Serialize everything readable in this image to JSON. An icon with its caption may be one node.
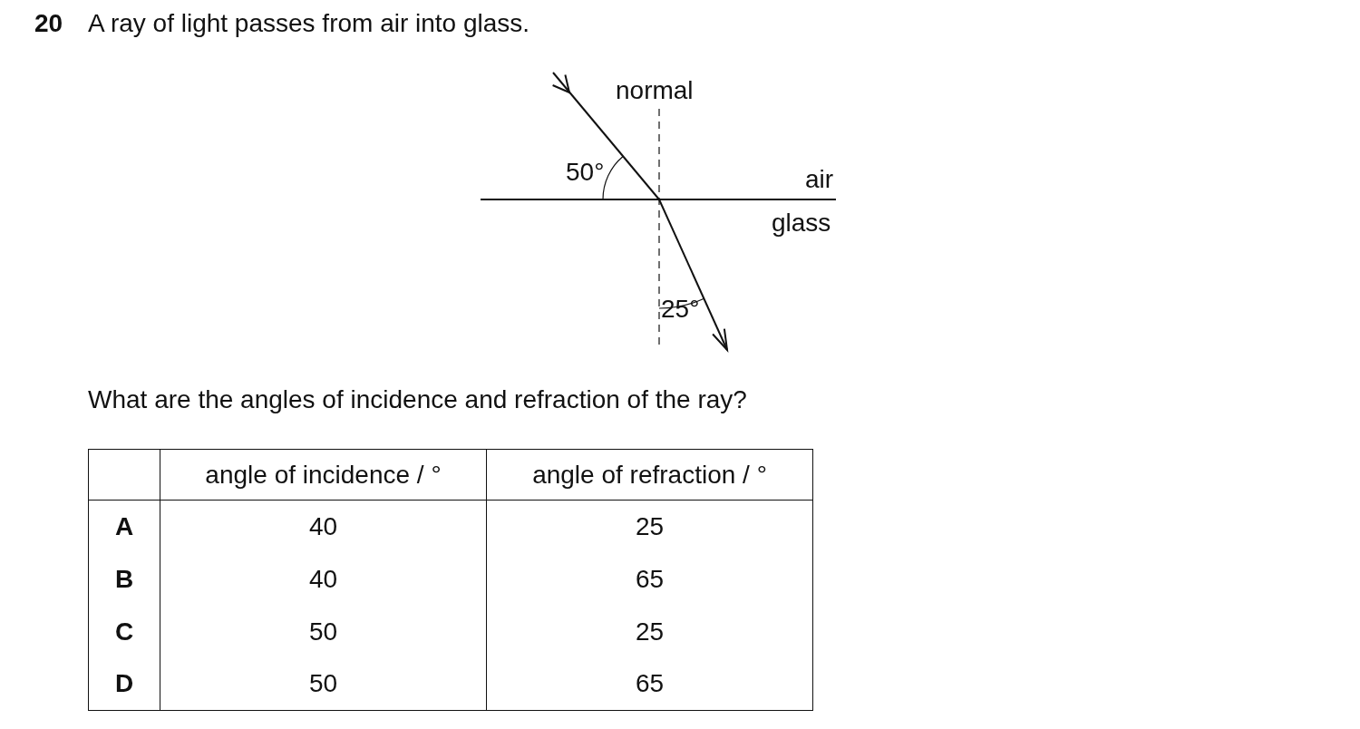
{
  "diagram": {
    "title": "A ray of light passes from air into glass.",
    "labels": [
      "20",
      "normal",
      "50°",
      "air",
      "glass",
      "25°",
      "What are the angles of incidence and refraction of the ray?",
      "angle of incidence / °",
      "angle of refraction / °",
      "A",
      "40",
      "25",
      "B",
      "40",
      "65",
      "C",
      "50",
      "25",
      "D",
      "50",
      "65"
    ]
  }
}
